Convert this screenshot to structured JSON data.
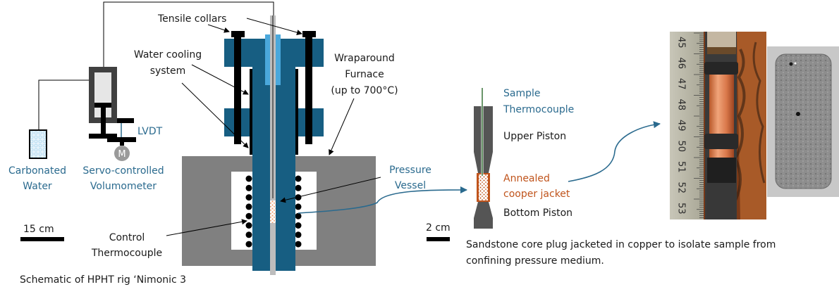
{
  "colors": {
    "vessel_blue": "#175e82",
    "light_blue": "#4aa8dc",
    "furnace_gray": "#808080",
    "dark_gray": "#404040",
    "piston_gray": "#555555",
    "rod_gray": "#bdbdbd",
    "label_blue": "#2a6a8e",
    "copper": "#c0541c",
    "black": "#000000"
  },
  "left_schematic": {
    "labels": {
      "tensile_collars": "Tensile collars",
      "water_cooling_1": "Water cooling",
      "water_cooling_2": "system",
      "furnace_1": "Wraparound",
      "furnace_2": "Furnace",
      "furnace_3": "(up to 700°C)",
      "pressure_vessel_1": "Pressure",
      "pressure_vessel_2": "Vessel",
      "control_tc_1": "Control",
      "control_tc_2": "Thermocouple",
      "lvdt": "LVDT",
      "motor": "M",
      "carbonated_1": "Carbonated",
      "carbonated_2": "Water",
      "servo_1": "Servo-controlled",
      "servo_2": "Volumometer"
    },
    "scale_bar": "15 cm",
    "caption": "Schematic of HPHT rig ‘Nimonic 3"
  },
  "sample_assembly": {
    "labels": {
      "sample_tc_1": "Sample",
      "sample_tc_2": "Thermocouple",
      "upper_piston": "Upper Piston",
      "jacket_1": "Annealed",
      "jacket_2": "cooper jacket",
      "bottom_piston": "Bottom Piston"
    },
    "scale_bar": "2 cm",
    "caption_1": "Sandstone core plug jacketed in copper to isolate sample from",
    "caption_2": "confining pressure medium."
  },
  "photo": {
    "ruler_ticks": [
      "45",
      "46",
      "47",
      "48",
      "49",
      "50",
      "51",
      "52",
      "53"
    ]
  }
}
